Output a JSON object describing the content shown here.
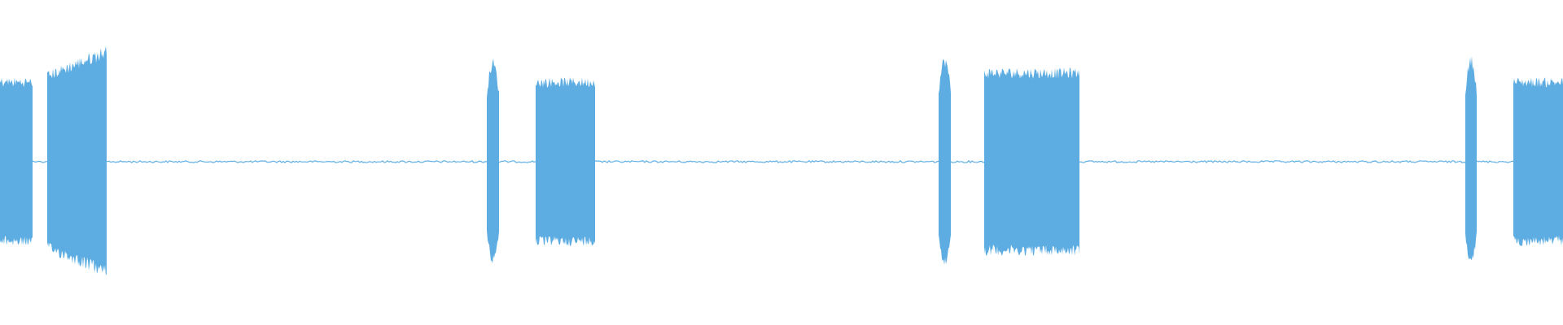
{
  "waveform": {
    "color": "#5dade2",
    "background": "#ffffff",
    "segments": [
      {
        "kind": "bar",
        "start": 0.0,
        "end": 0.021,
        "amp": 0.26
      },
      {
        "kind": "bar",
        "start": 0.03,
        "end": 0.068,
        "amp": 0.28,
        "ramp": 0.36
      },
      {
        "kind": "spike",
        "start": 0.3115,
        "end": 0.3195,
        "amp": 0.32
      },
      {
        "kind": "bar",
        "start": 0.3425,
        "end": 0.3805,
        "amp": 0.26
      },
      {
        "kind": "spike",
        "start": 0.6005,
        "end": 0.6085,
        "amp": 0.33
      },
      {
        "kind": "bar",
        "start": 0.6295,
        "end": 0.6905,
        "amp": 0.29
      },
      {
        "kind": "spike",
        "start": 0.9375,
        "end": 0.945,
        "amp": 0.33
      },
      {
        "kind": "bar",
        "start": 0.968,
        "end": 1.0,
        "amp": 0.26
      }
    ],
    "baseline_noise": 0.006
  }
}
